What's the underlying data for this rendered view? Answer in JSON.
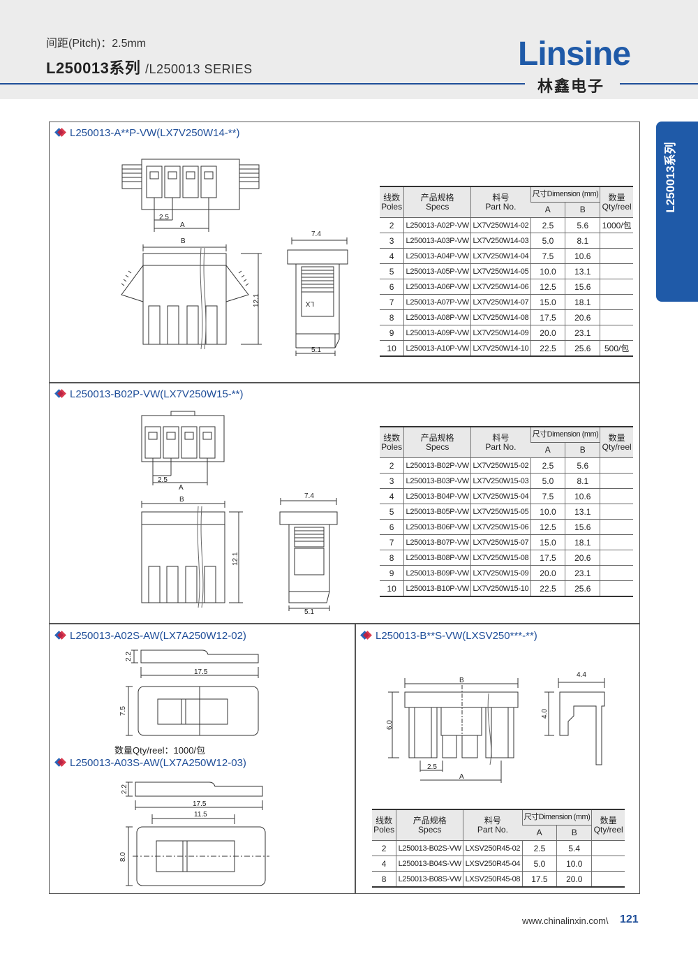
{
  "header": {
    "pitch": "间距(Pitch)：2.5mm",
    "series_main": "L250013系列",
    "series_sub": "/L250013 SERIES",
    "logo_latin": "Linsine",
    "logo_cn": "林鑫电子"
  },
  "side_tab": {
    "label": "L250013系列"
  },
  "colors": {
    "brand_blue": "#1f5aa8",
    "header_bg": "#ececec"
  },
  "table_headers": {
    "poles_cn": "线数",
    "poles_en": "Poles",
    "specs_cn": "产品规格",
    "specs_en": "Specs",
    "part_cn": "料号",
    "part_en": "Part No.",
    "dim": "尺寸Dimension (mm)",
    "dim_a": "A",
    "dim_b": "B",
    "qty_cn": "数量",
    "qty_en": "Qty/reel"
  },
  "section1": {
    "title": "L250013-A**P-VW(LX7V250W14-**)",
    "dims": {
      "pitch": "2.5",
      "a": "A",
      "b": "B",
      "height": "12.1",
      "width": "7.4",
      "depth": "5.1",
      "mark": "LX"
    },
    "rows": [
      {
        "poles": "2",
        "spec": "L250013-A02P-VW",
        "part": "LX7V250W14-02",
        "a": "2.5",
        "b": "5.6",
        "qty": "1000/包"
      },
      {
        "poles": "3",
        "spec": "L250013-A03P-VW",
        "part": "LX7V250W14-03",
        "a": "5.0",
        "b": "8.1",
        "qty": ""
      },
      {
        "poles": "4",
        "spec": "L250013-A04P-VW",
        "part": "LX7V250W14-04",
        "a": "7.5",
        "b": "10.6",
        "qty": ""
      },
      {
        "poles": "5",
        "spec": "L250013-A05P-VW",
        "part": "LX7V250W14-05",
        "a": "10.0",
        "b": "13.1",
        "qty": ""
      },
      {
        "poles": "6",
        "spec": "L250013-A06P-VW",
        "part": "LX7V250W14-06",
        "a": "12.5",
        "b": "15.6",
        "qty": ""
      },
      {
        "poles": "7",
        "spec": "L250013-A07P-VW",
        "part": "LX7V250W14-07",
        "a": "15.0",
        "b": "18.1",
        "qty": ""
      },
      {
        "poles": "8",
        "spec": "L250013-A08P-VW",
        "part": "LX7V250W14-08",
        "a": "17.5",
        "b": "20.6",
        "qty": ""
      },
      {
        "poles": "9",
        "spec": "L250013-A09P-VW",
        "part": "LX7V250W14-09",
        "a": "20.0",
        "b": "23.1",
        "qty": ""
      },
      {
        "poles": "10",
        "spec": "L250013-A10P-VW",
        "part": "LX7V250W14-10",
        "a": "22.5",
        "b": "25.6",
        "qty": "500/包"
      }
    ]
  },
  "section2": {
    "title": "L250013-B02P-VW(LX7V250W15-**)",
    "dims": {
      "pitch": "2.5",
      "a": "A",
      "b": "B",
      "height": "12.1",
      "width": "7.4",
      "depth": "5.1"
    },
    "rows": [
      {
        "poles": "2",
        "spec": "L250013-B02P-VW",
        "part": "LX7V250W15-02",
        "a": "2.5",
        "b": "5.6",
        "qty": ""
      },
      {
        "poles": "3",
        "spec": "L250013-B03P-VW",
        "part": "LX7V250W15-03",
        "a": "5.0",
        "b": "8.1",
        "qty": ""
      },
      {
        "poles": "4",
        "spec": "L250013-B04P-VW",
        "part": "LX7V250W15-04",
        "a": "7.5",
        "b": "10.6",
        "qty": ""
      },
      {
        "poles": "5",
        "spec": "L250013-B05P-VW",
        "part": "LX7V250W15-05",
        "a": "10.0",
        "b": "13.1",
        "qty": ""
      },
      {
        "poles": "6",
        "spec": "L250013-B06P-VW",
        "part": "LX7V250W15-06",
        "a": "12.5",
        "b": "15.6",
        "qty": ""
      },
      {
        "poles": "7",
        "spec": "L250013-B07P-VW",
        "part": "LX7V250W15-07",
        "a": "15.0",
        "b": "18.1",
        "qty": ""
      },
      {
        "poles": "8",
        "spec": "L250013-B08P-VW",
        "part": "LX7V250W15-08",
        "a": "17.5",
        "b": "20.6",
        "qty": ""
      },
      {
        "poles": "9",
        "spec": "L250013-B09P-VW",
        "part": "LX7V250W15-09",
        "a": "20.0",
        "b": "23.1",
        "qty": ""
      },
      {
        "poles": "10",
        "spec": "L250013-B10P-VW",
        "part": "LX7V250W15-10",
        "a": "22.5",
        "b": "25.6",
        "qty": ""
      }
    ]
  },
  "section3": {
    "title_a02": "L250013-A02S-AW(LX7A250W12-02)",
    "a02_dims": {
      "thick": "2.2",
      "length": "17.5",
      "width": "7.5"
    },
    "qty_note": "数量Qty/reel：1000/包",
    "title_a03": "L250013-A03S-AW(LX7A250W12-03)",
    "a03_dims": {
      "thick": "2.2",
      "length": "17.5",
      "inner": "11.5",
      "width": "8.0"
    }
  },
  "section4": {
    "title": "L250013-B**S-VW(LXSV250***-**)",
    "dims": {
      "b": "B",
      "a": "A",
      "pitch": "2.5",
      "height": "6.0",
      "width": "4.4",
      "side_h": "4.0"
    },
    "rows": [
      {
        "poles": "2",
        "spec": "L250013-B02S-VW",
        "part": "LXSV250R45-02",
        "a": "2.5",
        "b": "5.4",
        "qty": ""
      },
      {
        "poles": "4",
        "spec": "L250013-B04S-VW",
        "part": "LXSV250R45-04",
        "a": "5.0",
        "b": "10.0",
        "qty": ""
      },
      {
        "poles": "8",
        "spec": "L250013-B08S-VW",
        "part": "LXSV250R45-08",
        "a": "17.5",
        "b": "20.0",
        "qty": ""
      }
    ]
  },
  "footer": {
    "url": "www.chinalinxin.com\\",
    "page": "121"
  }
}
